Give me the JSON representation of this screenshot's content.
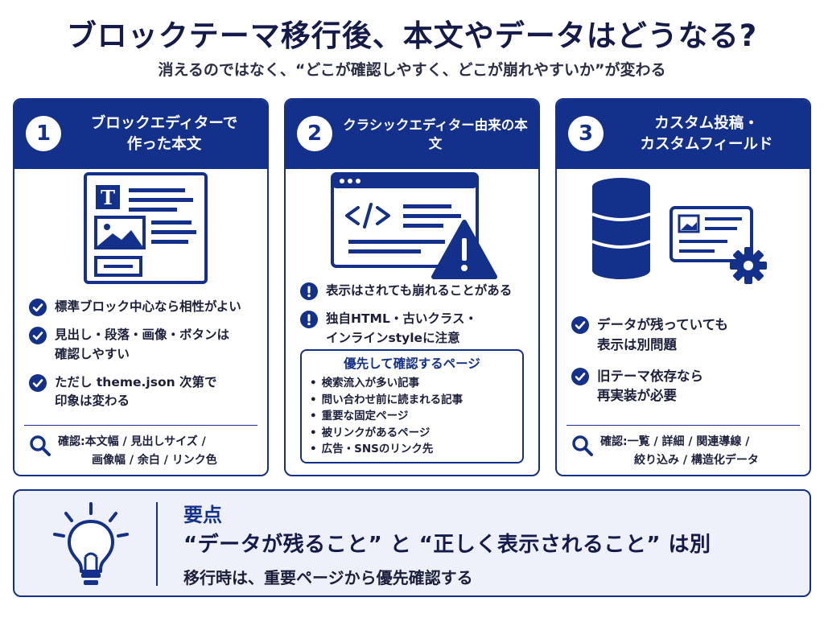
{
  "header": {
    "title": "ブロックテーマ移行後、本文やデータはどうなる?",
    "subtitle": "消えるのではなく、“どこが確認しやすく、どこが崩れやすいか”が変わる"
  },
  "cards": [
    {
      "number": "1",
      "title": "ブロックエディターで\n作った本文",
      "items": [
        "標準ブロック中心なら相性がよい",
        "見出し・段落・画像・ボタンは\n確認しやすい",
        "ただし theme.json 次第で\n印象は変わる"
      ],
      "confirm": "確認:本文幅 / 見出しサイズ /\n　　　画像幅 / 余白 / リンク色"
    },
    {
      "number": "2",
      "title": "クラシックエディター由来の本文",
      "items": [
        "表示はされても崩れることがある",
        "独自HTML・古いクラス・\nインラインstyleに注意"
      ],
      "priority": {
        "title": "優先して確認するページ",
        "items": [
          "検索流入が多い記事",
          "問い合わせ前に読まれる記事",
          "重要な固定ページ",
          "被リンクがあるページ",
          "広告・SNSのリンク先"
        ]
      }
    },
    {
      "number": "3",
      "title": "カスタム投稿・\nカスタムフィールド",
      "items": [
        "データが残っていても\n表示は別問題",
        "旧テーマ依存なら\n再実装が必要"
      ],
      "confirm": "確認:一覧 / 詳細 / 関連導線 /\n　　　絞り込み / 構造化データ"
    }
  ],
  "summary": {
    "label": "要点",
    "main": "“データが残ること” と “正しく表示されること” は別",
    "sub": "移行時は、重要ページから優先確認する"
  },
  "icons": {
    "check": "check-circle-icon",
    "warning": "exclamation-circle-icon",
    "search": "magnifier-icon",
    "document": "document-layout-icon",
    "code": "code-window-icon",
    "database": "database-icon",
    "bulb": "light-bulb-icon"
  },
  "colors": {
    "primary": "#13308a",
    "text": "#1b1f3b",
    "summary_bg": "#eef1f9"
  }
}
